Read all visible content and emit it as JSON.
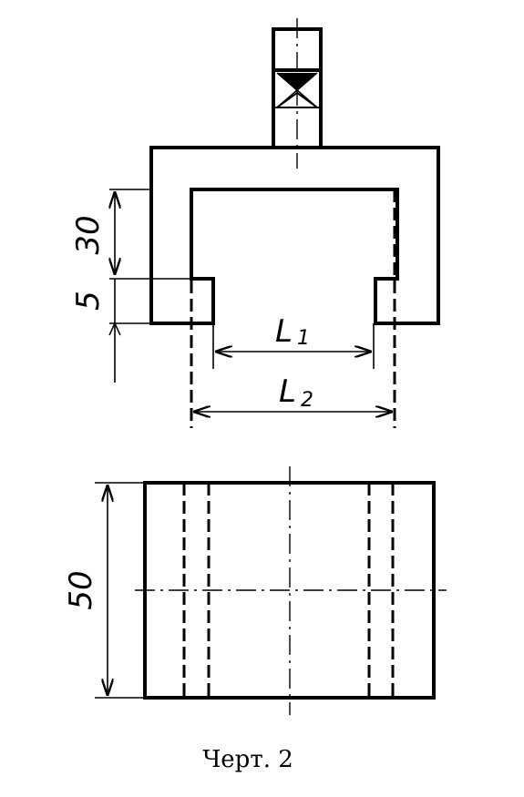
{
  "dimensions": {
    "d30": "30",
    "d5": "5",
    "L1": {
      "letter": "L",
      "index": "1"
    },
    "L2": {
      "letter": "L",
      "index": "2"
    },
    "d50": "50"
  },
  "caption": "Черт. 2"
}
